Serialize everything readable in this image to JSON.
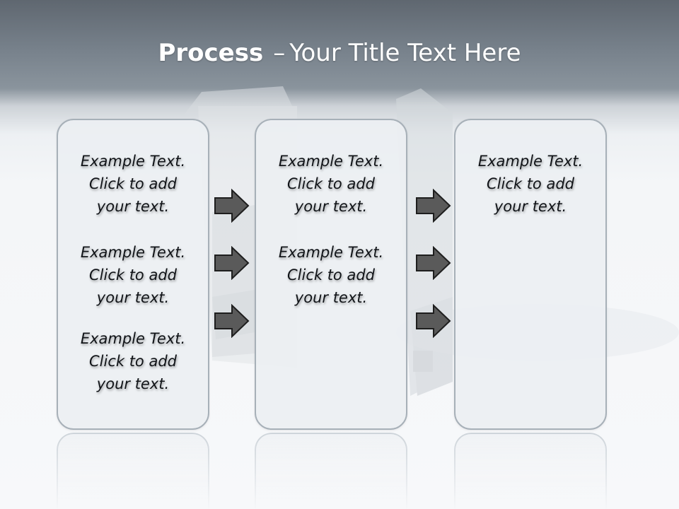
{
  "slide": {
    "title_strong": "Process",
    "title_separator": "–",
    "title_rest": "Your Title Text Here"
  },
  "panels": [
    {
      "blocks": [
        {
          "line1": "Example Text.",
          "line2": "Click  to add",
          "line3": "your text."
        },
        {
          "line1": "Example Text.",
          "line2": "Click  to add",
          "line3": "your text."
        },
        {
          "line1": "Example Text.",
          "line2": "Click  to add",
          "line3": "your text."
        }
      ]
    },
    {
      "blocks": [
        {
          "line1": "Example Text.",
          "line2": "Click  to add",
          "line3": "your text."
        },
        {
          "line1": "Example Text.",
          "line2": "Click  to add",
          "line3": "your text."
        }
      ]
    },
    {
      "blocks": [
        {
          "line1": "Example Text.",
          "line2": "Click  to add",
          "line3": "your text."
        }
      ]
    }
  ],
  "colors": {
    "header_dark": "#5f6770",
    "panel_border": "#a7b0b8",
    "panel_fill": "#eceff2",
    "arrow_fill": "#5a5a5a",
    "arrow_stroke": "#1e1e1e",
    "text": "#111418"
  },
  "icons": {
    "arrow": "right-arrow-icon",
    "background": "house-graphic"
  }
}
